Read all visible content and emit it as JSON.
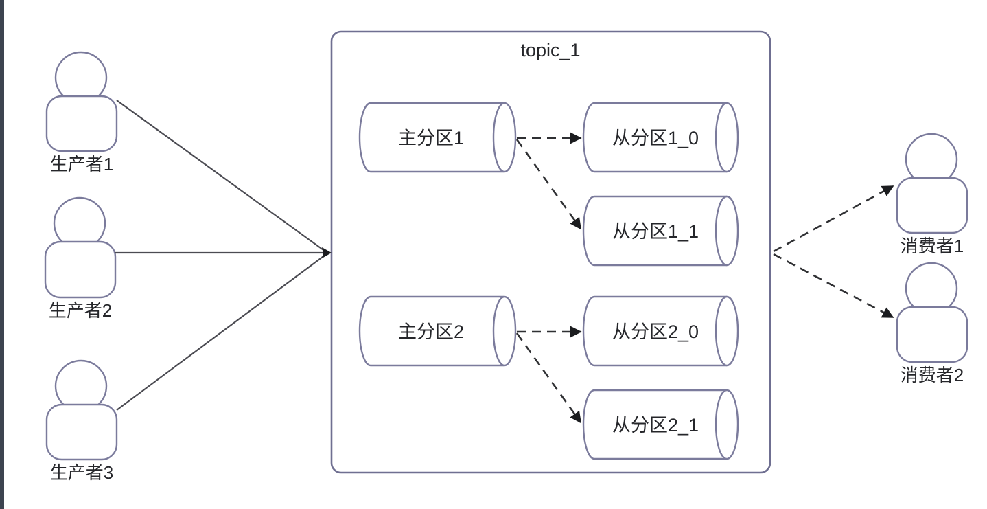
{
  "diagram": {
    "title": "topic_1",
    "type": "kafka-topic-partition-replication",
    "colors": {
      "shape_stroke": "#7b7b9c",
      "box_stroke": "#6f6f91",
      "text": "#25262a",
      "solid_edge": "#4b4b52",
      "dashed_edge": "#2f3033",
      "background": "#ffffff",
      "left_edge_band": "#3d4450"
    },
    "producers": [
      {
        "id": "producer-1",
        "label": "生产者1"
      },
      {
        "id": "producer-2",
        "label": "生产者2"
      },
      {
        "id": "producer-3",
        "label": "生产者3"
      }
    ],
    "consumers": [
      {
        "id": "consumer-1",
        "label": "消费者1"
      },
      {
        "id": "consumer-2",
        "label": "消费者2"
      }
    ],
    "leader_partitions": [
      {
        "id": "leader-1",
        "label": "主分区1"
      },
      {
        "id": "leader-2",
        "label": "主分区2"
      }
    ],
    "follower_partitions": [
      {
        "id": "follower-1-0",
        "label": "从分区1_0"
      },
      {
        "id": "follower-1-1",
        "label": "从分区1_1"
      },
      {
        "id": "follower-2-0",
        "label": "从分区2_0"
      },
      {
        "id": "follower-2-1",
        "label": "从分区2_1"
      }
    ],
    "edges": [
      {
        "id": "edge-producer-1",
        "from": "生产者1",
        "to": "topic_1",
        "style": "solid",
        "arrow": "target"
      },
      {
        "id": "edge-producer-2",
        "from": "生产者2",
        "to": "topic_1",
        "style": "solid",
        "arrow": "target"
      },
      {
        "id": "edge-producer-3",
        "from": "生产者3",
        "to": "topic_1",
        "style": "solid",
        "arrow": "target"
      },
      {
        "id": "edge-leader1-follower1-0",
        "from": "主分区1",
        "to": "从分区1_0",
        "style": "dashed",
        "arrow": "target"
      },
      {
        "id": "edge-leader1-follower1-1",
        "from": "主分区1",
        "to": "从分区1_1",
        "style": "dashed",
        "arrow": "target"
      },
      {
        "id": "edge-leader2-follower2-0",
        "from": "主分区2",
        "to": "从分区2_0",
        "style": "dashed",
        "arrow": "target"
      },
      {
        "id": "edge-leader2-follower2-1",
        "from": "主分区2",
        "to": "从分区2_1",
        "style": "dashed",
        "arrow": "target"
      },
      {
        "id": "edge-consumer-1",
        "from": "topic_1",
        "to": "消费者1",
        "style": "dashed",
        "arrow": "target"
      },
      {
        "id": "edge-consumer-2",
        "from": "topic_1",
        "to": "消费者2",
        "style": "dashed",
        "arrow": "target"
      }
    ]
  }
}
